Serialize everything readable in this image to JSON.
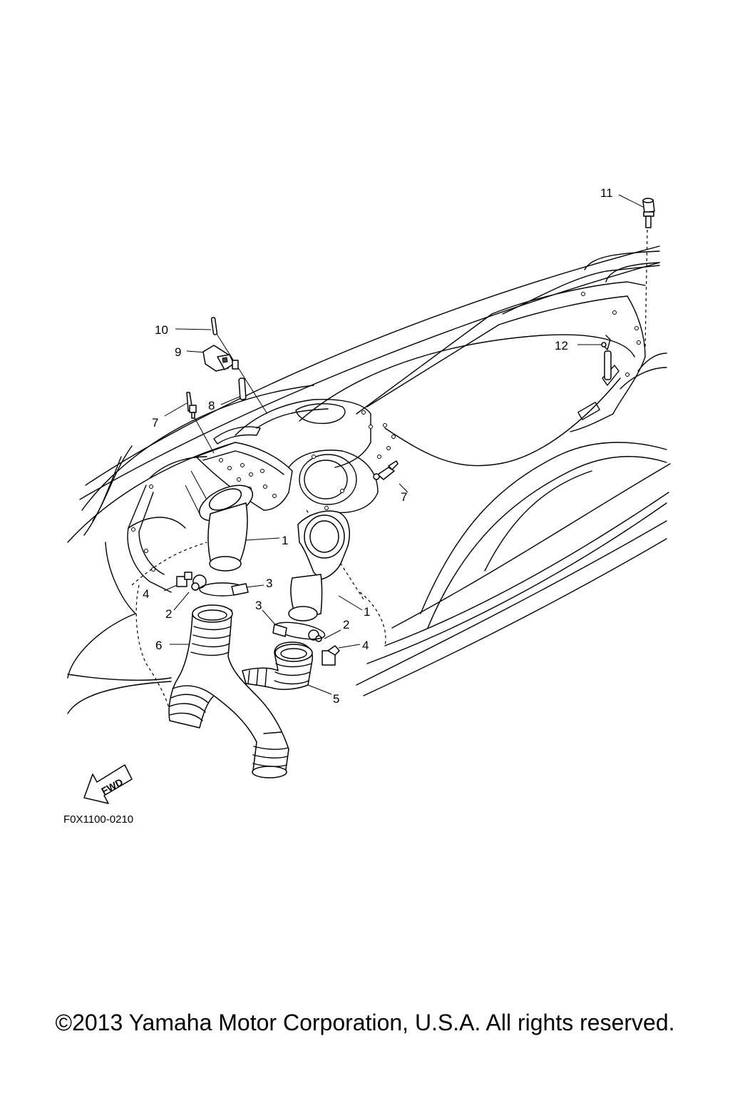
{
  "callouts": [
    "1",
    "2",
    "3",
    "4",
    "5",
    "6",
    "7",
    "8",
    "9",
    "10",
    "11",
    "12"
  ],
  "figure_code": "F0X1100-0210",
  "fwd_label": "FWD",
  "copyright": "©2013 Yamaha Motor Corporation, U.S.A. All rights reserved."
}
